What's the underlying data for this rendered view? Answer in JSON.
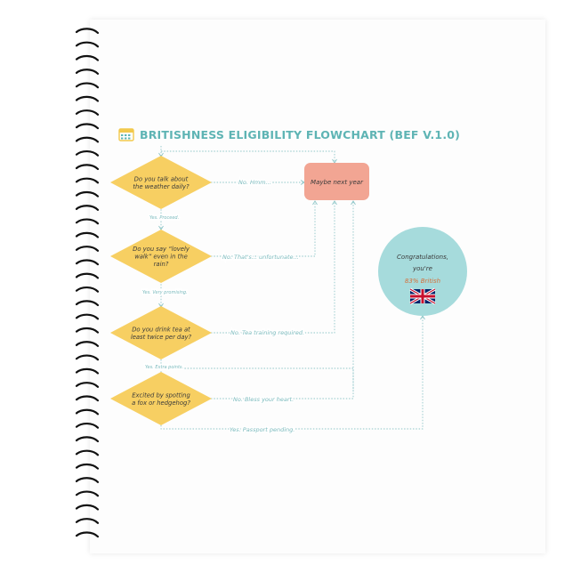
{
  "title": "BRITISHNESS ELIGIBILITY FLOWCHART (BEF V.1.0)",
  "colors": {
    "title": "#5eb4b4",
    "diamond": "#f7cf62",
    "maybe_box": "#f2a593",
    "circle": "#a6dbdc",
    "connector": "#8fc6c8",
    "label_text": "#7bbabd",
    "question_text": "#3a3a3a",
    "british_percent": "#d4723e"
  },
  "questions": [
    {
      "lines": [
        "Do you talk about",
        "the weather daily?"
      ]
    },
    {
      "lines": [
        "Do you say “lovely",
        "walk” even in the",
        "rain?"
      ]
    },
    {
      "lines": [
        "Do you drink tea at",
        "least twice per day?"
      ]
    },
    {
      "lines": [
        "Excited by spotting",
        "a fox or hedgehog?"
      ]
    }
  ],
  "yes_labels": [
    "Yes. Proceed.",
    "Yes. Very promising.",
    "Yes. Extra points."
  ],
  "no_labels": [
    "No. Hmm...",
    "No. That's... unfortunate...",
    "No. Tea training required.",
    "No. Bless your heart."
  ],
  "final_yes_label": "Yes. Passport pending.",
  "maybe_label": "Maybe next year",
  "result": {
    "line1": "Congratulations,",
    "line2": "you're",
    "line3": "83% British",
    "flag_icon": "uk-flag-icon"
  }
}
